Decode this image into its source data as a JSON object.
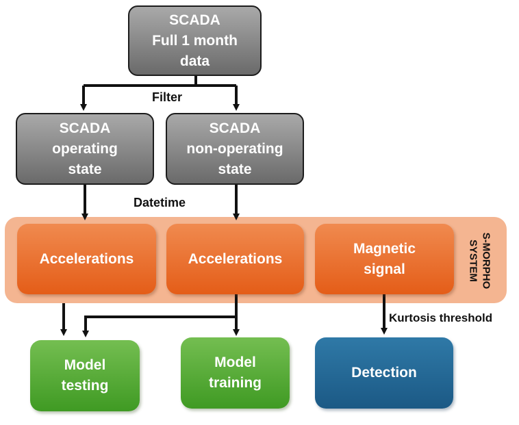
{
  "nodes": {
    "scada_full": {
      "lines": [
        "SCADA",
        "Full 1 month",
        "data"
      ]
    },
    "scada_operating": {
      "lines": [
        "SCADA",
        "operating",
        "state"
      ]
    },
    "scada_non_operating": {
      "lines": [
        "SCADA",
        "non-operating",
        "state"
      ]
    },
    "accelerations_1": {
      "label": "Accelerations"
    },
    "accelerations_2": {
      "label": "Accelerations"
    },
    "magnetic_signal": {
      "lines": [
        "Magnetic",
        "signal"
      ]
    },
    "model_testing": {
      "lines": [
        "Model",
        "testing"
      ]
    },
    "model_training": {
      "lines": [
        "Model",
        "training"
      ]
    },
    "detection": {
      "label": "Detection"
    }
  },
  "labels": {
    "filter": "Filter",
    "datetime": "Datetime",
    "kurtosis": "Kurtosis threshold"
  },
  "system": {
    "lines": [
      "S-MORPHO",
      "SYSTEM"
    ]
  },
  "colors": {
    "gray_box": "#8a8a8a",
    "orange_box": "#e96f2e",
    "band": "#f4b591",
    "green_box": "#58aa36",
    "blue_box": "#235f8c",
    "arrow": "#111111"
  }
}
